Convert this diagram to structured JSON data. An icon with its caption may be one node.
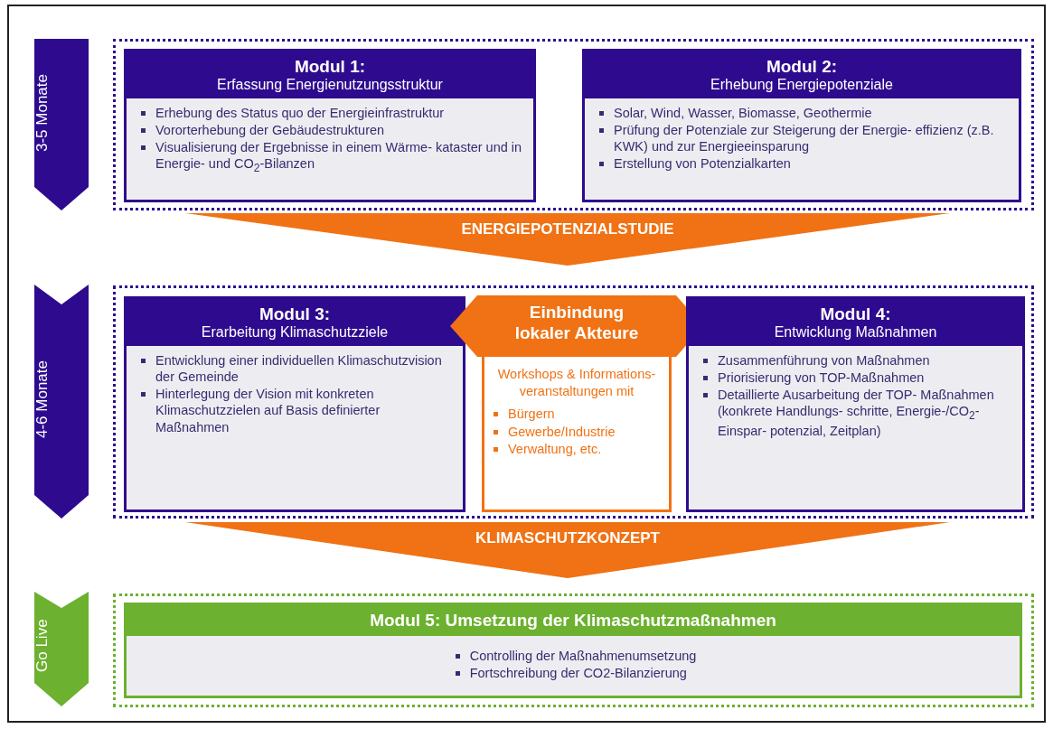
{
  "diagram": {
    "nodes": [
      {
        "text": [
          "3-5 Monate"
        ]
      },
      {
        "text": [],
        "shape": "box"
      },
      {
        "text": [
          "Modul 1:",
          "Erfassung Energienutzungsstruktur",
          "Erhebung des Status quo der Energieinfrastruktur",
          "Vororterhebung der Gebäudestrukturen",
          "Visualisierung der Ergebnisse in einem Wärme- kataster und in Energie- und CO$_{2}$-Bilanzen"
        ],
        "in": 1
      },
      {
        "text": [
          "Modul 2:",
          "Erhebung Energiepotenziale",
          "Solar, Wind, Wasser, Biomasse, Geothermie",
          "Prüfung der Potenziale zur Steigerung der Energie- effizienz (z.B. KWK) und zur Energieeinsparung",
          "Erstellung von Potenzialkarten"
        ],
        "in": 1
      },
      {
        "text": [
          "ENERGIEPOTENZIALSTUDIE"
        ]
      },
      {
        "text": [
          "4-6 Monate"
        ]
      },
      {
        "text": [],
        "shape": "box"
      },
      {
        "text": [
          "Modul 3:",
          "Erarbeitung Klimaschutzziele",
          "Entwicklung einer individuellen Klimaschutzvision der Gemeinde",
          "Hinterlegung der Vision mit konkreten Klimaschutzzielen auf Basis definierter Maßnahmen"
        ],
        "in": 6
      },
      {
        "text": [
          "Einbindung lokaler Akteure",
          "Workshops & Informations- veranstaltungen mit",
          "Bürgern",
          "Gewerbe/Industrie",
          "Verwaltung, etc."
        ],
        "in": 6
      },
      {
        "text": [
          "Modul 4:",
          "Entwicklung Maßnahmen",
          "Zusammenführung von Maßnahmen",
          "Priorisierung von TOP-Maßnahmen",
          "Detaillierte Ausarbeitung der TOP- Maßnahmen (konkrete Handlungs- schritte, Energie-/CO$_{2}$-Einspar- potenzial, Zeitplan)"
        ],
        "in": 6
      },
      {
        "text": [
          "KLIMASCHUTZKONZEPT"
        ]
      },
      {
        "text": [
          "Go Live"
        ]
      },
      {
        "text": [],
        "shape": "box"
      },
      {
        "text": [
          "Modul 5: Umsetzung der Klimaschutzmaßnahmen",
          "Controlling der Maßnahmenumsetzung",
          "Fortschreibung der CO2-Bilanzierung"
        ],
        "in": 12
      }
    ]
  }
}
